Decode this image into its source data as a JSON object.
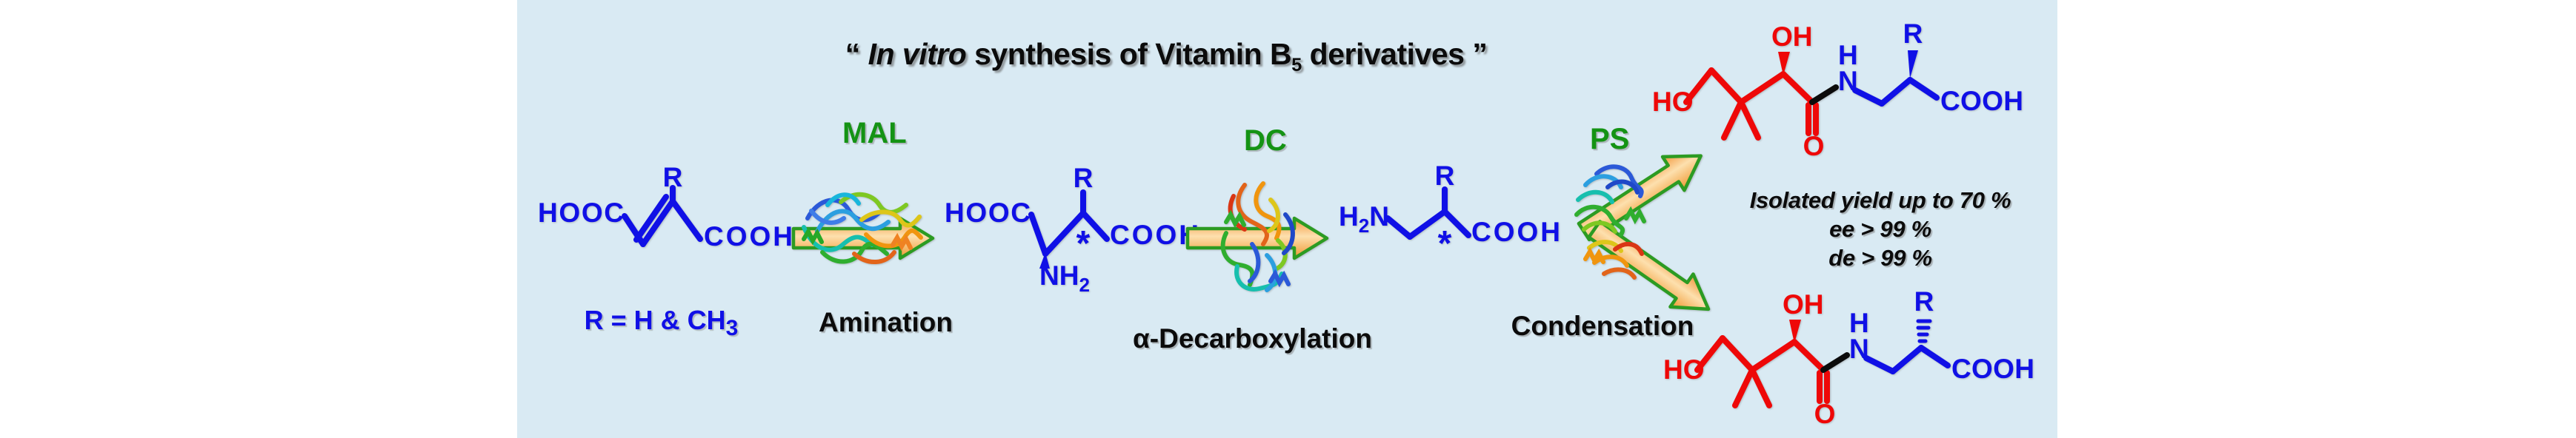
{
  "title": {
    "open": "“ ",
    "italic": "In vitro",
    "rest1": " synthesis of Vitamin B",
    "sub": "5",
    "rest2": " derivatives ”"
  },
  "substrate": {
    "hooc": "HOOC",
    "r": "R",
    "cooh": "COOH",
    "legend_main": "R = H & CH",
    "legend_sub": "3"
  },
  "step1": {
    "enzyme": "MAL",
    "reaction": "Amination"
  },
  "intermediate1": {
    "hooc": "HOOC",
    "r": "R",
    "star": "*",
    "cooh": "COOH",
    "nh": "NH",
    "nh_sub": "2"
  },
  "step2": {
    "enzyme": "DC",
    "reaction": "α-Decarboxylation"
  },
  "intermediate2": {
    "h": "H",
    "h_sub": "2",
    "n": "N",
    "r": "R",
    "star": "*",
    "cooh": "COOH"
  },
  "step3": {
    "enzyme": "PS",
    "reaction": "Condensation"
  },
  "results": {
    "line1": "Isolated yield up to 70 %",
    "line2": "ee > 99 %",
    "line3": "de > 99 %"
  },
  "product_top": {
    "ho": "HO",
    "oh": "OH",
    "h": "H",
    "n": "N",
    "r": "R",
    "cooh": "COOH",
    "o": "O"
  },
  "product_bottom": {
    "ho": "HO",
    "oh": "OH",
    "h": "H",
    "n": "N",
    "r": "R",
    "cooh": "COOH",
    "o": "O"
  },
  "colors": {
    "background_panel": "#d9eaf3",
    "structure_blue": "#1010e6",
    "structure_red": "#ee0808",
    "enzyme_label_green": "#149314",
    "text_black": "#0b0b0b",
    "arrow_orange": "#f7a93f",
    "arrow_border_green": "#2c9b22"
  }
}
